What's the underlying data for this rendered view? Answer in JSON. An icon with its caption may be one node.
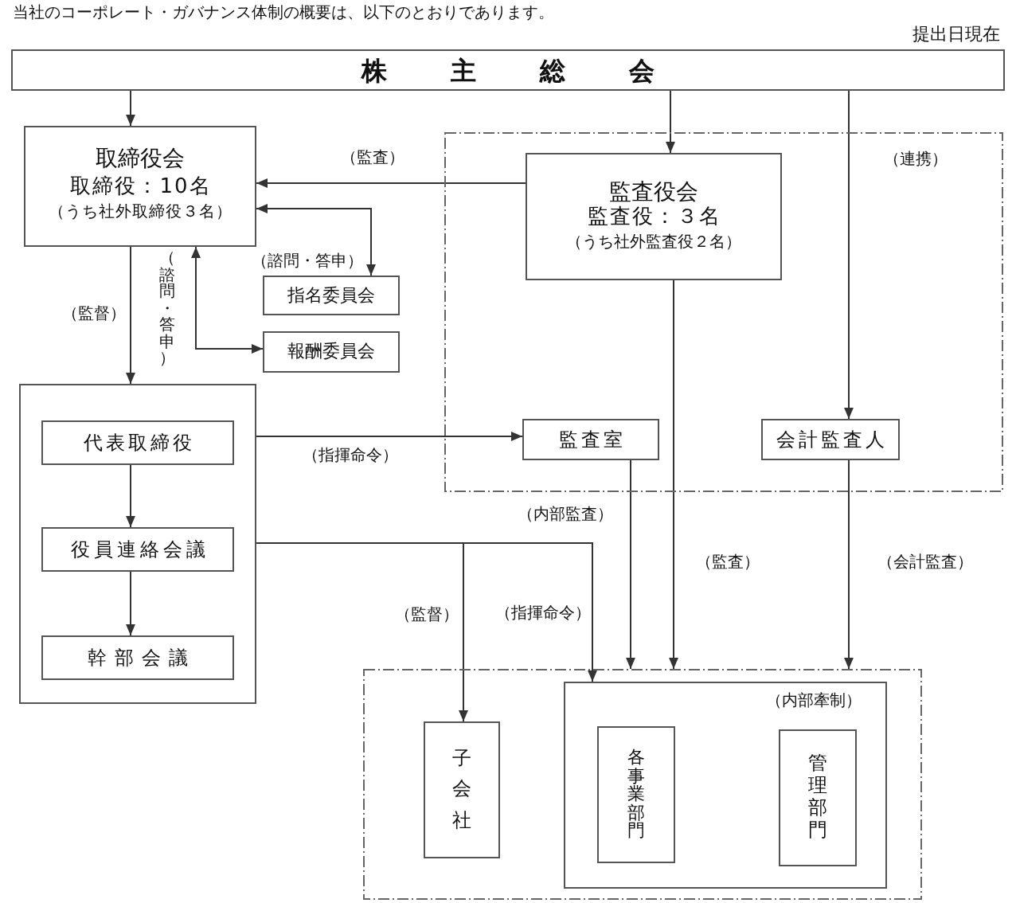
{
  "diagram": {
    "title": "当社のコーポレート・ガバナンス体制の概要は、以下のとおりであります。",
    "nodes": [
      {
        "text": [
          "株主総会"
        ]
      },
      {
        "text": [
          "取締役会",
          "取締役：10名",
          "（うち社外取締役３名）"
        ]
      },
      {
        "text": [
          "（連携）"
        ]
      },
      {
        "text": [
          "監査役会",
          "監査役：３名",
          "（うち社外監査役２名）"
        ],
        "in": 2
      },
      {
        "text": [
          "指名委員会"
        ]
      },
      {
        "text": [
          "報酬委員会"
        ]
      },
      {
        "text": [],
        "shape": "box"
      },
      {
        "text": [
          "代表取締役"
        ],
        "in": 6
      },
      {
        "text": [
          "役員連絡会議"
        ],
        "in": 6
      },
      {
        "text": [
          "幹部会議"
        ],
        "in": 6
      },
      {
        "text": [
          "監査室"
        ],
        "in": 2
      },
      {
        "text": [
          "会計監査人"
        ],
        "in": 2
      },
      {
        "text": [],
        "shape": "box"
      },
      {
        "text": [
          "子会社"
        ],
        "in": 12
      },
      {
        "text": [
          "（内部牽制）"
        ],
        "in": 12
      },
      {
        "text": [
          "各事業部門"
        ],
        "in": 14
      },
      {
        "text": [
          "管理部門"
        ],
        "in": 14
      }
    ],
    "edges": [
      {
        "from": 0,
        "to": 1,
        "arrow": "to"
      },
      {
        "from": 0,
        "to": 3,
        "arrow": "to"
      },
      {
        "from": 0,
        "to": 11,
        "arrow": "to"
      },
      {
        "from": 3,
        "to": 1,
        "arrow": "to",
        "label": "（監査）"
      },
      {
        "from": 1,
        "to": 4,
        "arrow": "both",
        "label": "（諮問・答申）"
      },
      {
        "from": 1,
        "to": 5,
        "arrow": "both",
        "label": "（諮問・答申）"
      },
      {
        "from": 1,
        "to": 6,
        "arrow": "to",
        "label": "（監督）"
      },
      {
        "from": 7,
        "to": 8,
        "arrow": "to"
      },
      {
        "from": 8,
        "to": 9,
        "arrow": "to"
      },
      {
        "from": 6,
        "to": 10,
        "arrow": "to",
        "label": "（指揮命令）"
      },
      {
        "from": 6,
        "to": 13,
        "arrow": "to",
        "label": "（監督）"
      },
      {
        "from": 6,
        "to": 14,
        "arrow": "to",
        "label": "（指揮命令）"
      },
      {
        "from": 10,
        "to": 12,
        "arrow": "to",
        "label": "（内部監査）"
      },
      {
        "from": 3,
        "to": 12,
        "arrow": "to",
        "label": "（監査）"
      },
      {
        "from": 11,
        "to": 12,
        "arrow": "to",
        "label": "（会計監査）"
      }
    ],
    "labels": [
      "提出日現在"
    ]
  }
}
